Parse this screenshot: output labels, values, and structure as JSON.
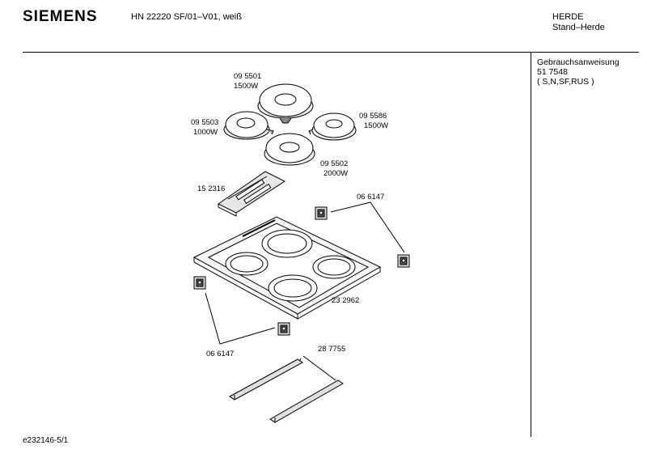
{
  "header": {
    "brand": "SIEMENS",
    "model": "HN 22220 SF/01–V01, weiß",
    "category": "HERDE",
    "subcategory": "Stand–Herde"
  },
  "sidebar": {
    "doc_title": "Gebrauchsanweisung",
    "doc_number": "51 7548",
    "languages": "( S,N,SF,RUS )"
  },
  "parts": {
    "hotplate_back": {
      "number": "09 5501",
      "power": "1500W"
    },
    "hotplate_left": {
      "number": "09 5503",
      "power": "1000W"
    },
    "hotplate_right": {
      "number": "09 5586",
      "power": "1500W"
    },
    "hotplate_front": {
      "number": "09 5502",
      "power": "2000W"
    },
    "bracket": {
      "number": "15 2316"
    },
    "knob_top": {
      "number": "06 6147"
    },
    "knob_bottom": {
      "number": "06 6147"
    },
    "cooktop": {
      "number": "23 2962"
    },
    "rails": {
      "number": "28 7755"
    }
  },
  "footer": {
    "ref": "e232146-5/1"
  },
  "colors": {
    "line": "#000000",
    "background": "#ffffff",
    "shade": "#cfcfcf"
  }
}
